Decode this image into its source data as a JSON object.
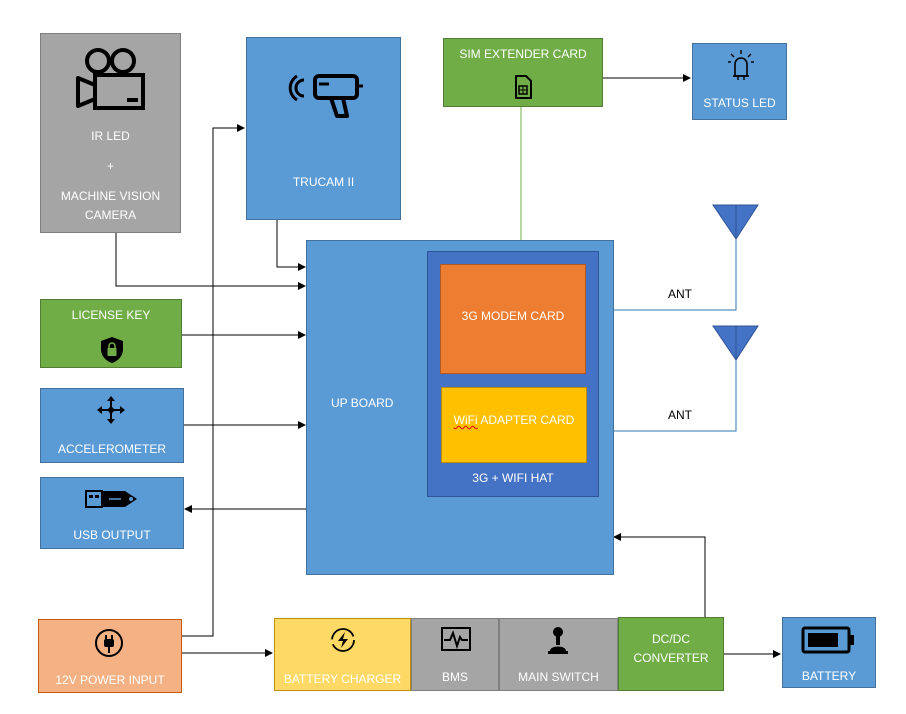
{
  "blocks": {
    "ir_camera": {
      "line1": "IR LED",
      "line2": "+",
      "line3": "MACHINE VISION",
      "line4": "CAMERA",
      "icon": "movie-camera-icon"
    },
    "trucam": {
      "label": "TRUCAM II",
      "icon": "speed-gun-icon"
    },
    "sim_card": {
      "label": "SIM EXTENDER CARD",
      "icon": "sim-card-icon"
    },
    "status_led": {
      "label": "STATUS LED",
      "icon": "led-bulb-icon"
    },
    "license_key": {
      "label": "LICENSE KEY",
      "icon": "lock-shield-icon"
    },
    "accelerometer": {
      "label": "ACCELEROMETER",
      "icon": "move-arrows-icon"
    },
    "usb_output": {
      "label": "USB OUTPUT",
      "icon": "usb-plug-icon"
    },
    "up_board": {
      "label": "UP BOARD"
    },
    "hat": {
      "label": "3G + WIFI HAT"
    },
    "modem": {
      "label": "3G MODEM CARD"
    },
    "wifi": {
      "label_a": "WiFi",
      "label_b": " ADAPTER CARD"
    },
    "ant1": {
      "label": "ANT"
    },
    "ant2": {
      "label": "ANT"
    },
    "power_input": {
      "label": "12V POWER INPUT",
      "icon": "power-plug-icon"
    },
    "charger": {
      "label": "BATTERY CHARGER",
      "icon": "charging-bolt-icon"
    },
    "bms": {
      "label": "BMS",
      "icon": "heartbeat-monitor-icon"
    },
    "main_switch": {
      "label": "MAIN SWITCH",
      "icon": "joystick-switch-icon"
    },
    "dcdc": {
      "line1": "DC/DC",
      "line2": "CONVERTER"
    },
    "battery": {
      "label": "BATTERY",
      "icon": "battery-icon"
    }
  },
  "colors": {
    "blue": "#5b9bd5",
    "dark_blue": "#4472c4",
    "gray": "#a5a5a5",
    "green": "#70ad47",
    "orange": "#ed7d31",
    "yellow": "#ffc000",
    "peach": "#f4b183",
    "light_yellow": "#ffd966",
    "connector_blue": "#2e75b6",
    "connector_green": "#70ad47"
  }
}
